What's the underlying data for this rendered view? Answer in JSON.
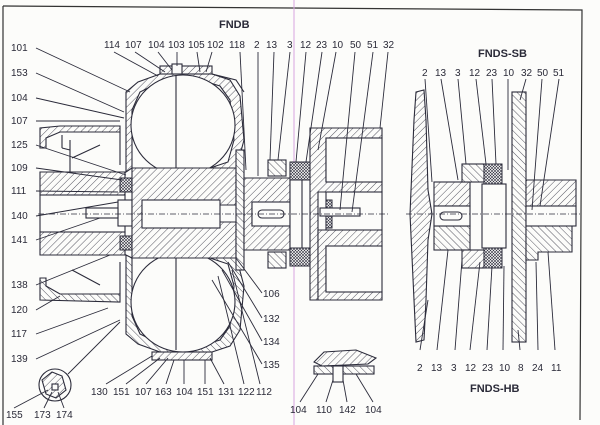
{
  "figure": {
    "main_view": {
      "title": "FNDB",
      "top_labels": [
        "114",
        "107",
        "104",
        "103",
        "105",
        "102",
        "118",
        "2",
        "13",
        "3",
        "12",
        "23",
        "10",
        "50",
        "51",
        "32"
      ],
      "left_labels": [
        "101",
        "153",
        "104",
        "107",
        "125",
        "109",
        "111",
        "140",
        "141",
        "138",
        "120",
        "117",
        "139"
      ],
      "right_labels": [
        "106",
        "132",
        "134",
        "135"
      ],
      "bottom_labels": [
        "130",
        "151",
        "107",
        "163",
        "104",
        "151",
        "131",
        "122",
        "112"
      ],
      "detail_labels": [
        "155",
        "173",
        "174"
      ]
    },
    "side_view": {
      "title": "FNDS-SB",
      "top_labels": [
        "2",
        "13",
        "3",
        "12",
        "23",
        "10",
        "32",
        "50",
        "51"
      ],
      "bottom_labels": [
        "2",
        "13",
        "3",
        "12",
        "23",
        "10",
        "8",
        "24",
        "11"
      ],
      "bottom_title": "FNDS-HB"
    },
    "small_detail": {
      "labels": [
        "104",
        "110",
        "142",
        "104"
      ]
    }
  }
}
